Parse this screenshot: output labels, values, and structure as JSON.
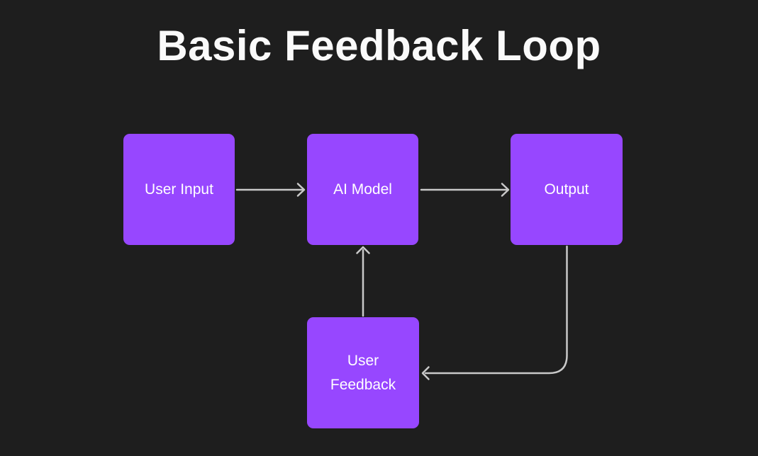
{
  "title": "Basic Feedback Loop",
  "colors": {
    "background": "#1e1e1e",
    "title_text": "#fafafa",
    "node_fill": "#9747ff",
    "node_text": "#ffffff",
    "connector": "#c9c9c9"
  },
  "diagram": {
    "nodes": [
      {
        "id": "user-input",
        "label": "User Input"
      },
      {
        "id": "ai-model",
        "label": "AI Model"
      },
      {
        "id": "output",
        "label": "Output"
      },
      {
        "id": "user-feedback",
        "label": "User Feedback"
      }
    ],
    "edges": [
      {
        "from": "User Input",
        "to": "AI Model",
        "style": "straight-right"
      },
      {
        "from": "AI Model",
        "to": "Output",
        "style": "straight-right"
      },
      {
        "from": "Output",
        "to": "User Feedback",
        "style": "elbow-down-left"
      },
      {
        "from": "User Feedback",
        "to": "AI Model",
        "style": "straight-up"
      }
    ]
  }
}
